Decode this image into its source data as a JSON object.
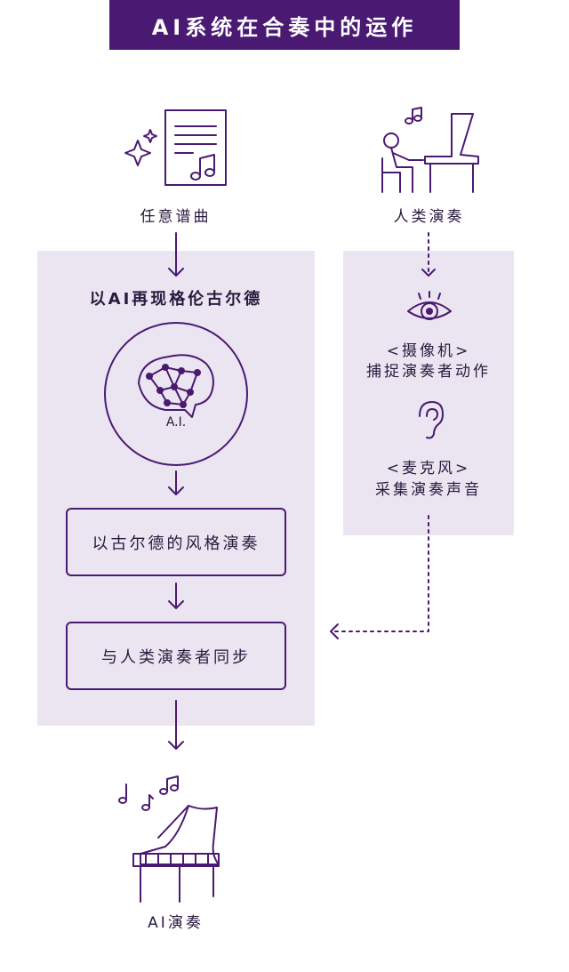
{
  "title": "AI系统在合奏中的运作",
  "left": {
    "sheet_label": "任意谱曲",
    "panel_title": "以AI再现格伦古尔德",
    "ai_label": "A.I.",
    "step1": "以古尔德的风格演奏",
    "step2": "与人类演奏者同步",
    "output_label": "AI演奏"
  },
  "right": {
    "human_label": "人类演奏",
    "camera_title": "<摄像机>",
    "camera_desc": "捕捉演奏者动作",
    "mic_title": "<麦克风>",
    "mic_desc": "采集演奏声音"
  },
  "colors": {
    "accent": "#4a1a72",
    "panel": "#ebe5f1"
  }
}
